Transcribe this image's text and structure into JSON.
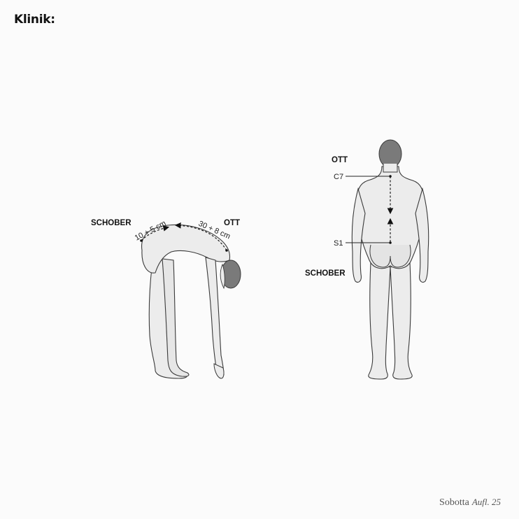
{
  "heading": "Klinik:",
  "watermark": {
    "brand": "Sobotta",
    "edition": "Aufl. 25"
  },
  "side_figure": {
    "label_left": "SCHOBER",
    "label_right": "OTT",
    "measure_schober": "10 + 5 cm",
    "measure_ott": "30 + 8 cm"
  },
  "back_figure": {
    "label_top": "OTT",
    "label_bottom": "SCHOBER",
    "marker_upper": "C7",
    "marker_lower": "S1"
  },
  "colors": {
    "skin": "#ececec",
    "outline": "#3a3a3a",
    "hair": "#7a7a7a",
    "text": "#111111"
  }
}
